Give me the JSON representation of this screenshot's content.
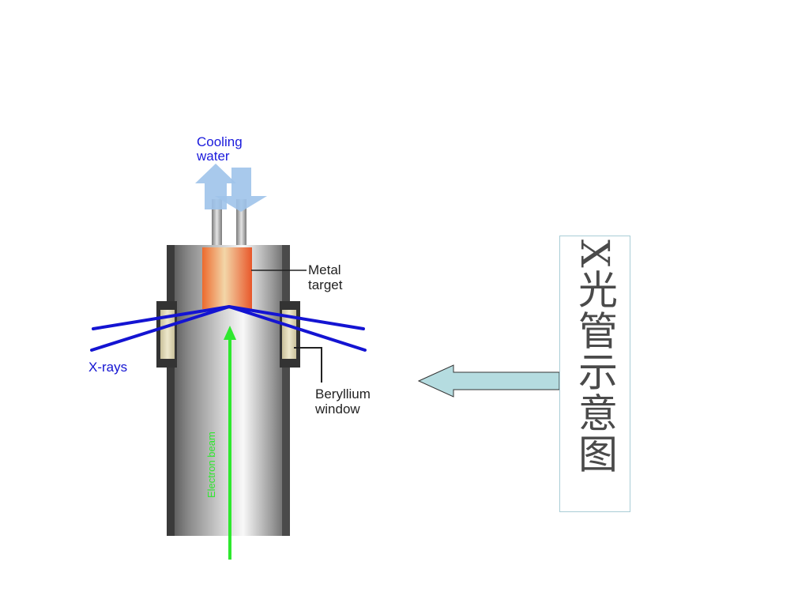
{
  "diagram": {
    "labels": {
      "cooling_water": [
        "Cooling",
        "water"
      ],
      "metal_target": [
        "Metal",
        "target"
      ],
      "beryllium_window": [
        "Beryllium",
        "window"
      ],
      "x_rays": "X-rays",
      "electron_beam": "Electron beam"
    },
    "title": "X光管示意图"
  },
  "colors": {
    "cooling_text": "#1a1adc",
    "xray_beam": "#1414d2",
    "electron_beam": "#2ee82e",
    "metal_target": "#ec6a2e",
    "pointer_arrow": "#b5dce0",
    "title_border": "#a9cdd6"
  }
}
